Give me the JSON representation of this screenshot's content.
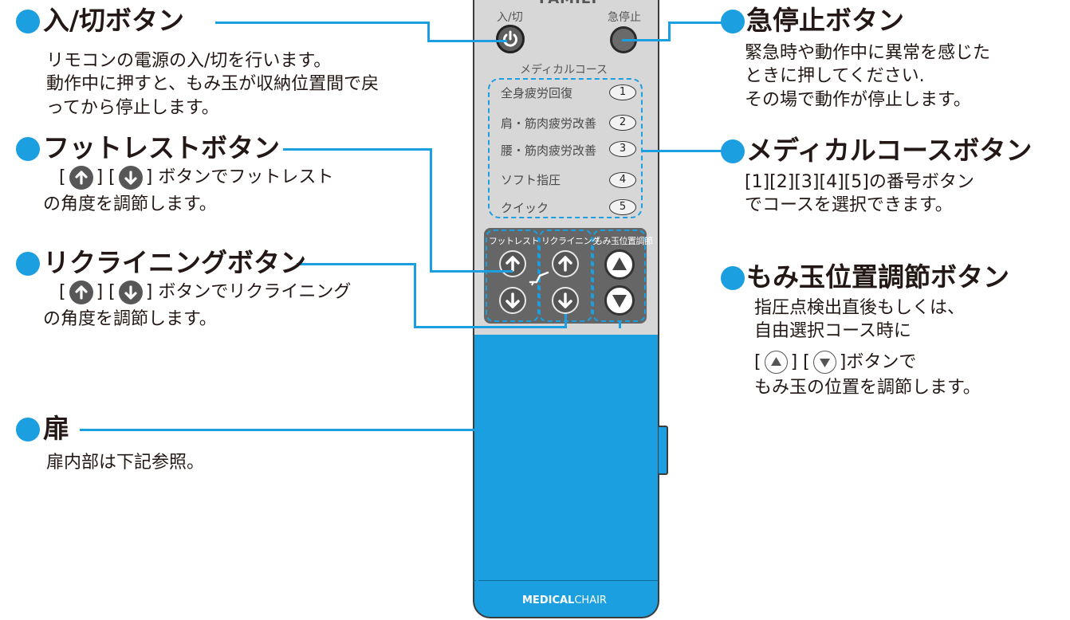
{
  "labels": {
    "power": {
      "title": "入/切ボタン",
      "desc": "リモコンの電源の入/切を行います。\n動作中に押すと、もみ玉が収納位置間で戻\nってから停止します。"
    },
    "footrest": {
      "title": "フットレストボタン",
      "open": "[",
      "mid": "] [",
      "close": "] ボタンでフットレスト",
      "desc": "の角度を調節します。"
    },
    "recline": {
      "title": "リクライニングボタン",
      "open": "[",
      "mid": "] [",
      "close": "] ボタンでリクライニング",
      "desc": "の角度を調節します。"
    },
    "door": {
      "title": "扉",
      "desc": "扉内部は下記参照。"
    },
    "stop": {
      "title": "急停止ボタン",
      "desc": "緊急時や動作中に異常を感じた\nときに押してください.\nその場で動作が停止します。"
    },
    "course": {
      "title": "メディカルコースボタン",
      "desc": "[1][2][3][4][5]の番号ボタン\nでコースを選択できます。"
    },
    "momi": {
      "title": "もみ玉位置調節ボタン",
      "desc_top": "指圧点検出直後もしくは、\n自由選択コース時に",
      "open": "[",
      "mid": "] [",
      "close": "]ボタンで",
      "desc_bottom": "もみ玉の位置を調節します。"
    }
  },
  "remote": {
    "brand": "FAMILY",
    "power_label": "入/切",
    "stop_label": "急停止",
    "course_heading": "メディカルコース",
    "courses": [
      {
        "name": "全身疲労回復",
        "num": "1"
      },
      {
        "name": "肩・筋肉疲労改善",
        "num": "2"
      },
      {
        "name": "腰・筋肉疲労改善",
        "num": "3"
      },
      {
        "name": "ソフト指圧",
        "num": "4"
      },
      {
        "name": "クイック",
        "num": "5"
      }
    ],
    "pad_labels": {
      "footrest": "フットレスト",
      "recline": "リクライニング",
      "momi": "もみ玉位置調節"
    },
    "footer_bold": "MEDICAL",
    "footer_light": "CHAIR"
  },
  "colors": {
    "accent": "#1b9fe0",
    "remote_body": "#d7d7d7",
    "pad": "#666666",
    "text": "#231815"
  }
}
